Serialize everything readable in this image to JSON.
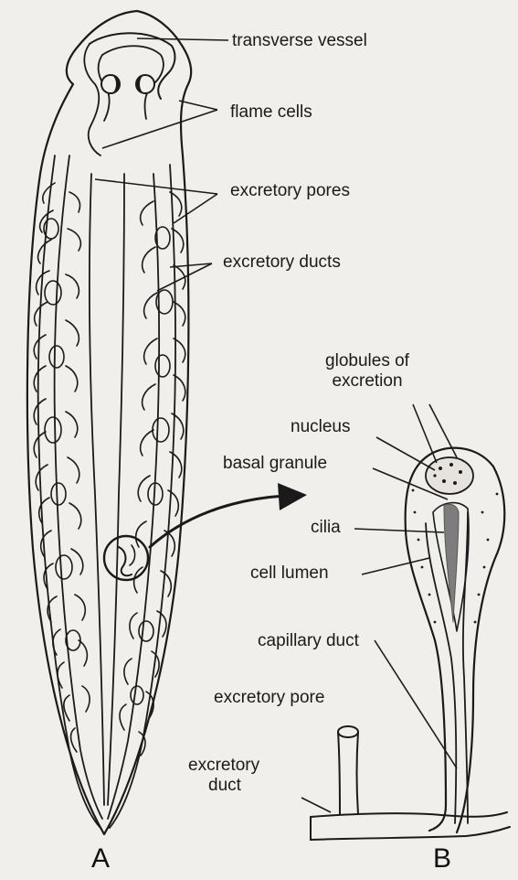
{
  "labels": {
    "transverse_vessel": "transverse vessel",
    "flame_cells": "flame cells",
    "excretory_pores": "excretory pores",
    "excretory_ducts": "excretory ducts",
    "globules_of_excretion_line1": "globules of",
    "globules_of_excretion_line2": "excretion",
    "nucleus": "nucleus",
    "basal_granule": "basal granule",
    "cilia": "cilia",
    "cell_lumen": "cell lumen",
    "capillary_duct": "capillary duct",
    "excretory_pore": "excretory pore",
    "excretory_duct_line1": "excretory",
    "excretory_duct_line2": "duct"
  },
  "panels": {
    "a": "A",
    "b": "B"
  },
  "colors": {
    "ink": "#1a1a1a",
    "paper": "#f1efec",
    "cilia_fill": "#7d7d7d"
  }
}
